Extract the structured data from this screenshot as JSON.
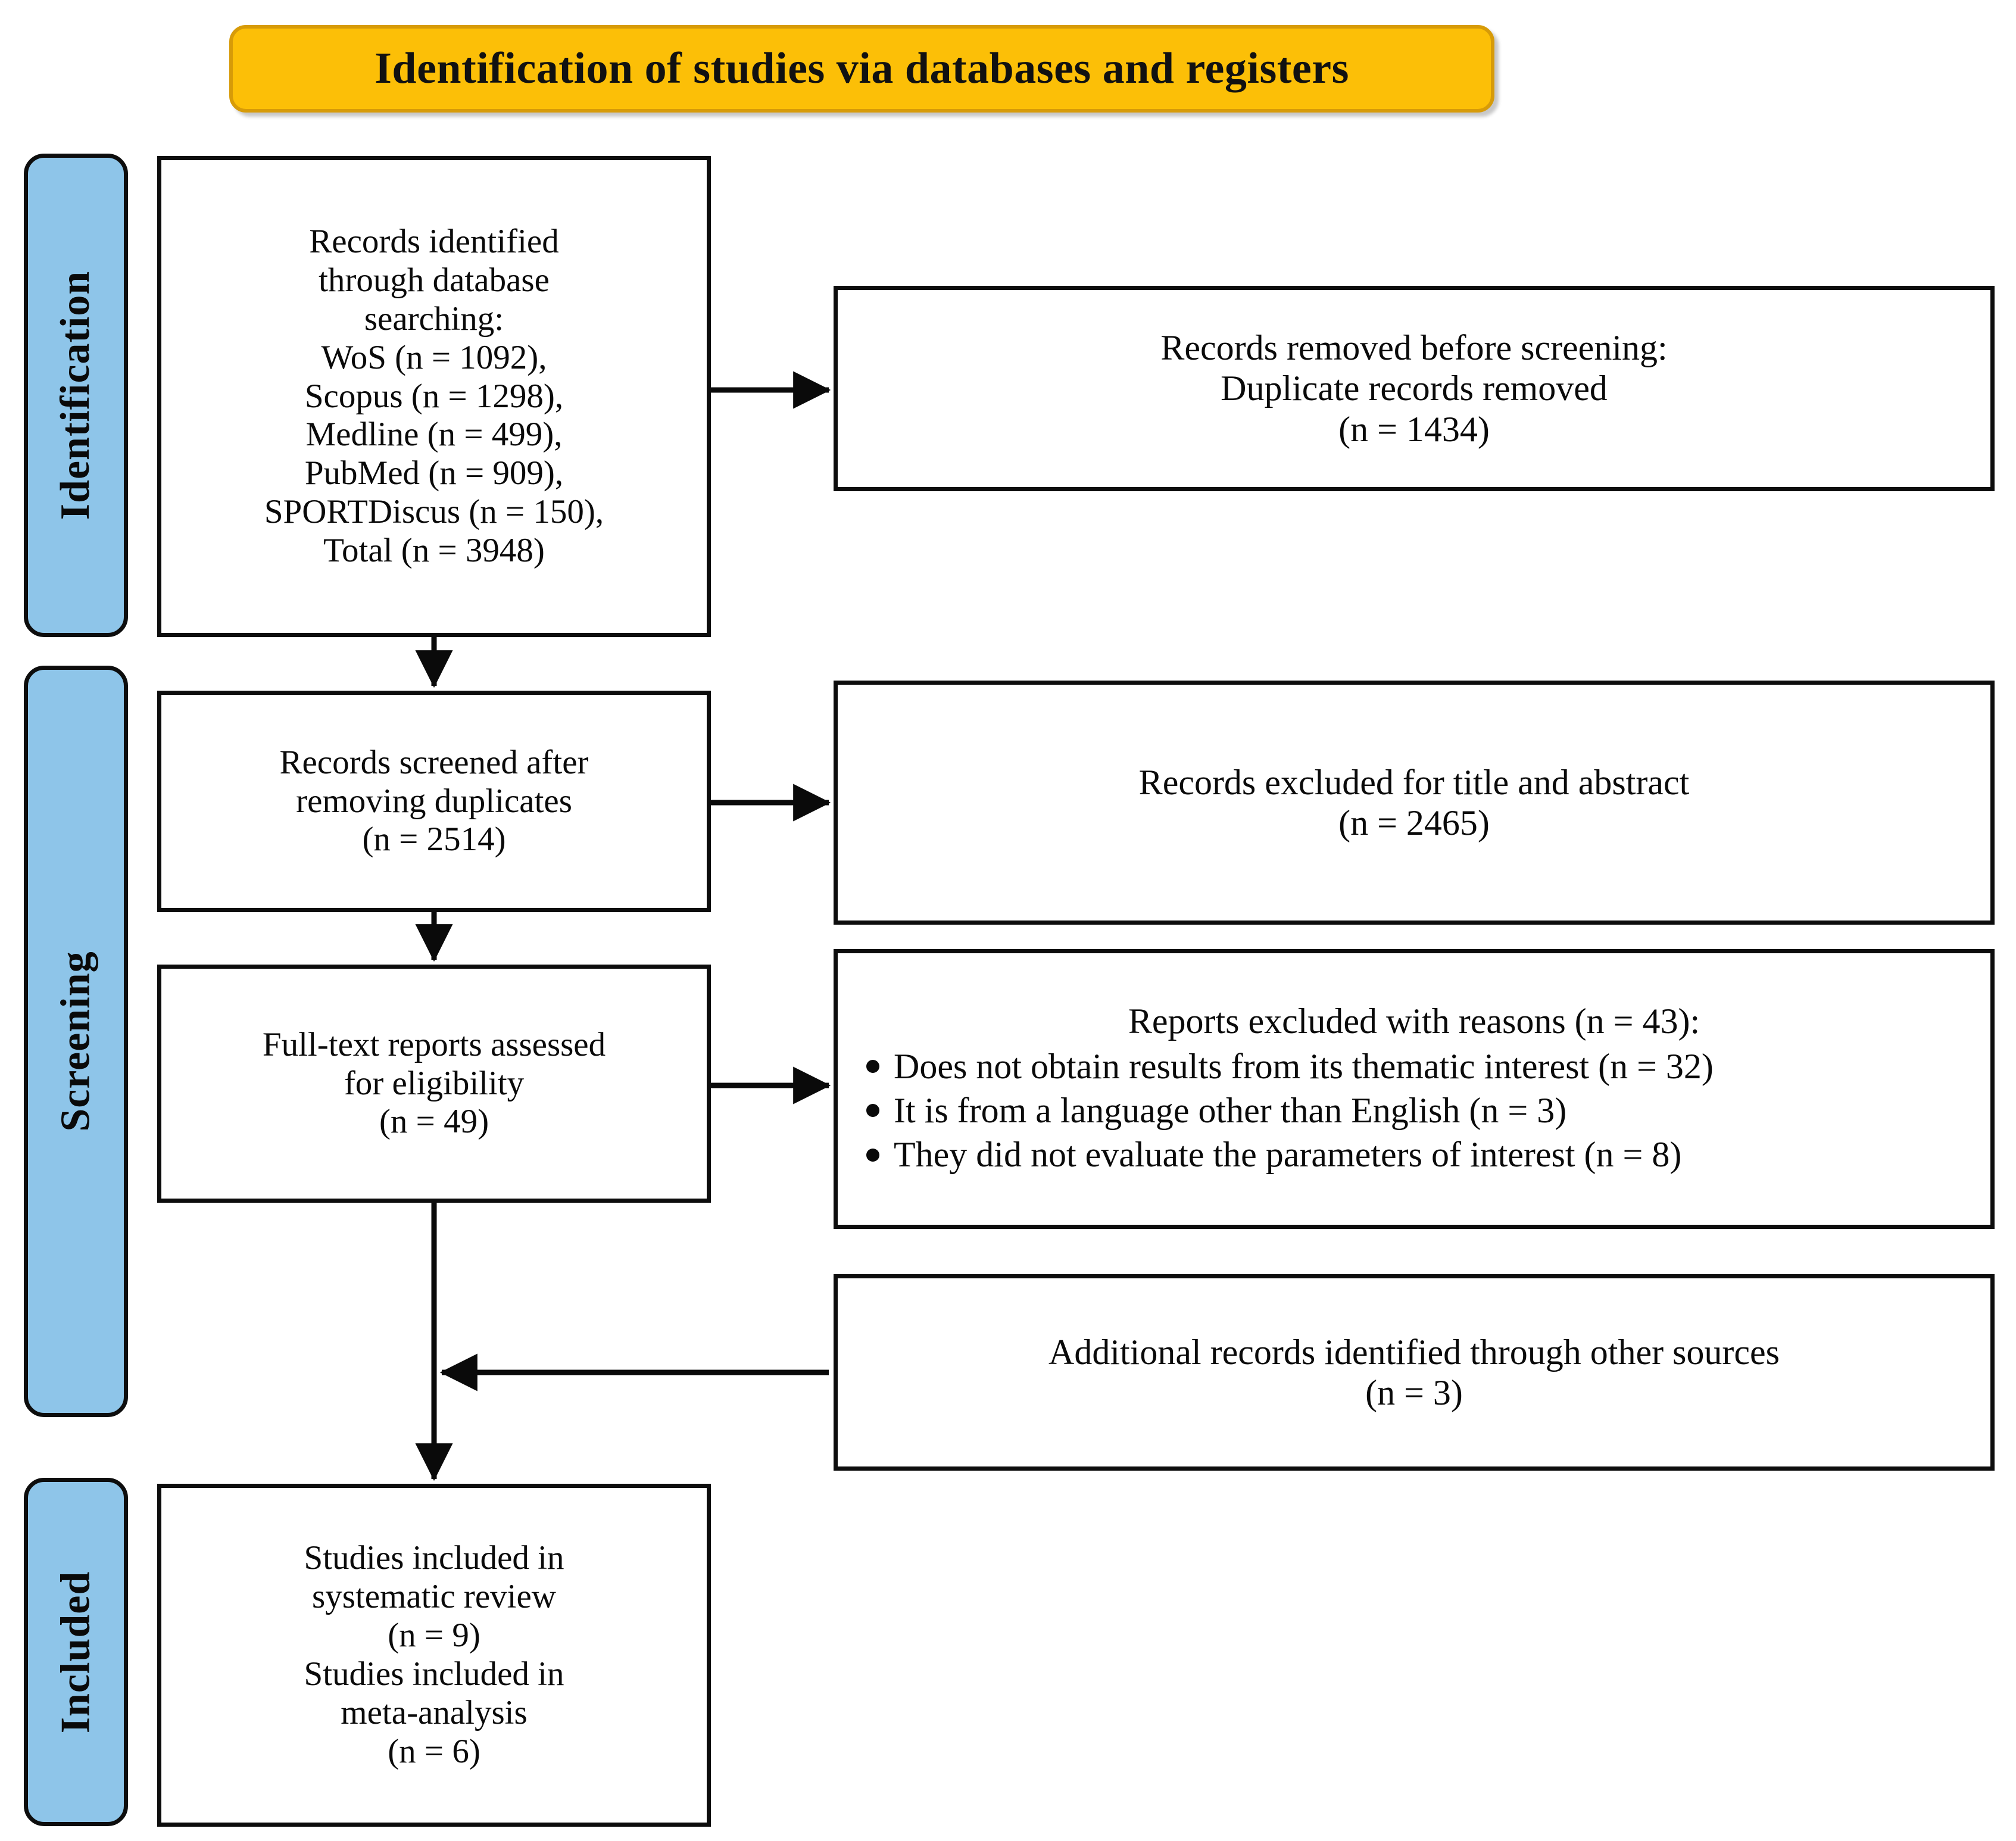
{
  "header": {
    "title": "Identification of studies via databases and registers",
    "fill_color": "#FCBF07",
    "border_color": "#D79B08"
  },
  "stages": [
    {
      "id": "identification",
      "label": "Identification",
      "fill_color": "#8EC5E9"
    },
    {
      "id": "screening",
      "label": "Screening",
      "fill_color": "#8EC5E9"
    },
    {
      "id": "included",
      "label": "Included",
      "fill_color": "#8EC5E9"
    }
  ],
  "boxes": {
    "identified": {
      "lines": [
        "Records identified",
        "through database",
        "searching:",
        "WoS (n = 1092),",
        "Scopus (n = 1298),",
        "Medline (n = 499),",
        "PubMed (n = 909),",
        "SPORTDiscus (n = 150),",
        "Total (n = 3948)"
      ]
    },
    "removed": {
      "lines": [
        "Records removed before screening:",
        "Duplicate records removed",
        "(n = 1434)"
      ]
    },
    "screened": {
      "lines": [
        "Records screened after",
        "removing duplicates",
        "(n = 2514)"
      ]
    },
    "excluded_title_abstract": {
      "lines": [
        "Records excluded for title and abstract",
        "(n = 2465)"
      ]
    },
    "fulltext": {
      "lines": [
        "Full-text reports assessed",
        "for eligibility",
        "(n = 49)"
      ]
    },
    "excluded_reasons": {
      "heading": "Reports excluded with reasons (n = 43):",
      "items": [
        "Does not obtain results from its thematic interest (n = 32)",
        "It is from a language other than English (n = 3)",
        "They did not evaluate the parameters of interest (n = 8)"
      ]
    },
    "additional": {
      "lines": [
        "Additional records identified through other sources",
        "(n = 3)"
      ]
    },
    "included": {
      "lines": [
        "Studies included in",
        "systematic review",
        "(n = 9)",
        "Studies included in",
        "meta-analysis",
        "(n = 6)"
      ]
    }
  },
  "counts": {
    "wos": 1092,
    "scopus": 1298,
    "medline": 499,
    "pubmed": 909,
    "sportdiscus": 150,
    "total_identified": 3948,
    "duplicates_removed": 1434,
    "screened": 2514,
    "excluded_title_abstract": 2465,
    "fulltext_assessed": 49,
    "reports_excluded": 43,
    "reason_thematic": 32,
    "reason_language": 3,
    "reason_parameters": 8,
    "additional_records": 3,
    "included_systematic_review": 9,
    "included_meta_analysis": 6
  }
}
